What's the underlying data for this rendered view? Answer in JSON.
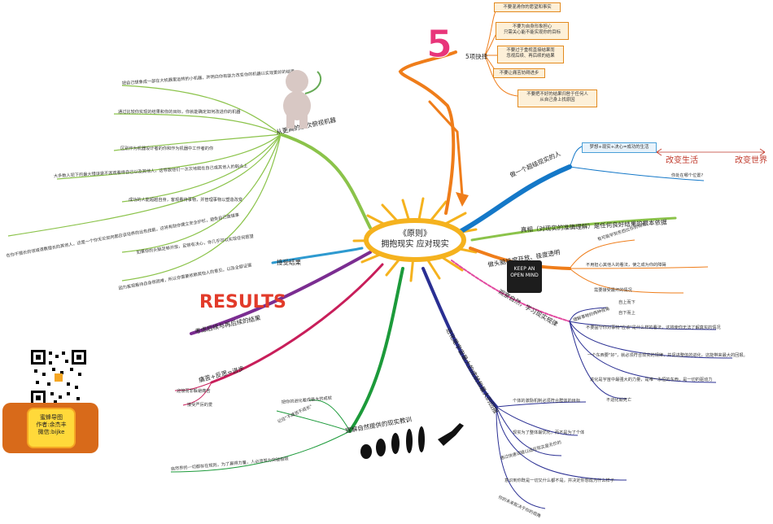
{
  "center": {
    "line1": "《原则》",
    "line2": "拥抱现实 应对现实"
  },
  "top": {
    "number": "5",
    "branch": "5项抉择",
    "items": [
      "不要混淆你的愿望和事实",
      "不要为自身形象担心\n只需关心能不能实现你的目标",
      "不要过于重视直接结果而\n忽视后续、再后续的结果",
      "不要让痛苦妨碍进步",
      "不要把不好的结果归咎于任何人\n从自己身上找原因"
    ]
  },
  "right": {
    "b1": {
      "label": "做一个超级现实的人",
      "box": "梦想+现实+决心=成功的生活",
      "sub": "你处在哪个位置?"
    },
    "b2": {
      "label": "真相（对现实的准确理解）是任何良好结果的根本依据"
    },
    "b3": {
      "label": "做头脑极度开放、极度透明",
      "items": [
        "有可能学到东西比你到有效",
        "不用担心其他人的看法，使之成为你的障碍",
        "需要接受最坏的情况"
      ]
    },
    "b4": {
      "label": "观察自然，学习现实规律",
      "items": [
        "理解事物的两种视角",
        "自上而下",
        "自下而上",
        "不要固守你对事物\"应该\"是什么样的看法，这将使你无法了解真实的情况",
        "一个东西要\"好\"，就必须符合现实的规律，并促进整体的进化，这能带来最大的回报。",
        "进化是宇宙中最强大的力量，是唯一永恒的东西，是一切的驱动力",
        "不进化就死亡"
      ]
    },
    "b5": {
      "label": "进化是宇宙最大的成就和最大的回报",
      "items": [
        "个体的激励机制必须符合群体的目标",
        "现实为了整体最优化，而不是为了个体",
        "通过快速试错以适应现实是无价的",
        "意识到你既是一切又什么都不是，并决定你想成为什么样子",
        "你的未来取决于你的视角"
      ]
    },
    "hand1": "改变生活",
    "hand2": "改变世界",
    "keep_open": "KEEP AN OPEN MIND"
  },
  "left": {
    "b1": {
      "label": "从更高的层次俯视机器",
      "items": [
        "把自己想象成一部在大机器里运转的小机器，并明白你有能力改变你的机器以实现更好的结果",
        "通过比较你实现的结果和你的目标，你就能确定如何改进你的机器",
        "区别作为机器设计者的你和作为机器中工作者的你",
        "大多数人犯下的最大错误是不客观看待自己以及其他人，这导致他们一次次地栽在自己或其他人的弱点上",
        "成功的人能超越自身，客观看待事物，并管理事物以塑造改变",
        "在你不擅长的领域请教擅长的其他人，这是一个你无论如何都应该培养的出色技能，这将有助你建立安全护栏，避免自己做错事",
        "如果你的头脑足够开放，足够有决心，你几乎可以实现任何愿望",
        "因为客观看待自身很困难，所以你需要依赖其他人的意见，以及全部证据"
      ]
    },
    "b2": {
      "label": "接受结果"
    },
    "results": "RESULTS",
    "b3": {
      "label": "考虑后续与再后续的结果"
    },
    "b4": {
      "label": "痛苦+反思=进步",
      "items": [
        "迎接而非躲避痛苦",
        "接受严厉的爱"
      ]
    },
    "b5": {
      "label": "理解自然提供的现实教训",
      "items": [
        "把你的进化看成最大的成就",
        "记住\"不痛苦不成长\"",
        "自然界的一切都存在规则，为了赢得力量，人必须努力突破极限"
      ]
    }
  },
  "author": {
    "line1": "蜜蜂导图",
    "line2": "作者:余杰丰",
    "line3": "微信:bijke"
  },
  "colors": {
    "orange": "#ef7d1a",
    "blue": "#1478c8",
    "green_light": "#8bc34a",
    "teal": "#2e9ad0",
    "purple": "#7b2d91",
    "dark_green": "#1c9a3a",
    "navy": "#2a2f93",
    "pink": "#e24aa0",
    "sun": "#f5b21e"
  }
}
